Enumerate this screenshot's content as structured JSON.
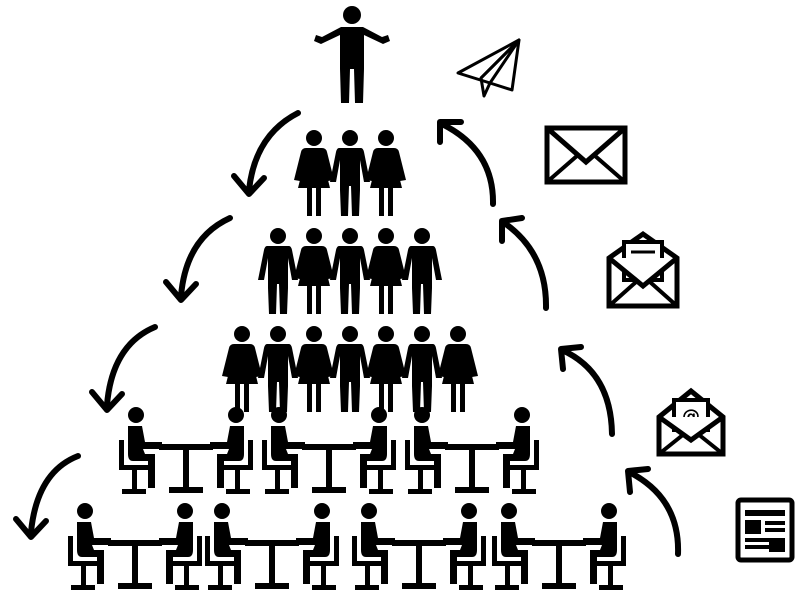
{
  "diagram": {
    "colors": {
      "ink": "#000000",
      "paper": "#ffffff"
    },
    "hierarchy": {
      "top": {
        "icon": "leader-person-icon",
        "count": 1
      },
      "levels": [
        {
          "name": "level-1",
          "figures": [
            "woman",
            "man",
            "woman"
          ]
        },
        {
          "name": "level-2",
          "figures": [
            "man",
            "woman",
            "man",
            "woman",
            "man"
          ]
        },
        {
          "name": "level-3",
          "figures": [
            "woman",
            "man",
            "woman",
            "man",
            "woman",
            "man",
            "woman"
          ]
        }
      ],
      "meeting_rows": [
        {
          "name": "meeting-row-1",
          "tables": 3
        },
        {
          "name": "meeting-row-2",
          "tables": 4
        }
      ]
    },
    "downward_arrows": 4,
    "upward_arrows": 4,
    "communication_icons": [
      {
        "name": "paper-plane-icon"
      },
      {
        "name": "envelope-closed-icon"
      },
      {
        "name": "envelope-letter-icon"
      },
      {
        "name": "envelope-email-icon",
        "symbol": "@"
      },
      {
        "name": "newspaper-icon"
      }
    ]
  }
}
